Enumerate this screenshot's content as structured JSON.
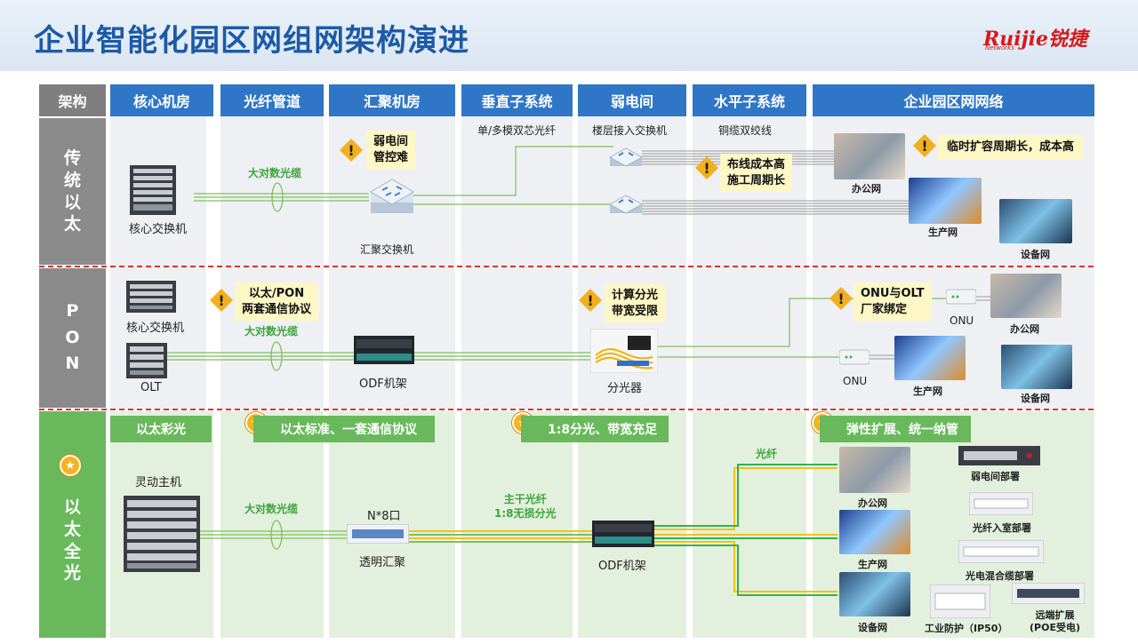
{
  "title": "企业智能化园区网组网架构演进",
  "logo": {
    "main": "Ruijie锐捷",
    "sub": "Networks"
  },
  "columns": [
    "架构",
    "核心机房",
    "光纤管道",
    "汇聚机房",
    "垂直子系统",
    "弱电间",
    "水平子系统",
    "企业园区网网络"
  ],
  "rows": {
    "traditional": "传统以太",
    "pon": "PON",
    "allOptical": "以太全光"
  },
  "traditional": {
    "core_label": "核心交换机",
    "cable_label": "大对数光缆",
    "agg_label": "汇聚交换机",
    "warn_agg": [
      "弱电间",
      "管控难"
    ],
    "vertical_label": "单/多模双芯光纤",
    "floor_label": "楼层接入交换机",
    "horizontal_label": "铜缆双绞线",
    "warn_cost": [
      "布线成本高",
      "施工周期长"
    ],
    "warn_expand": "临时扩容周期长，成本高",
    "office": "办公网",
    "production": "生产网",
    "device": "设备网"
  },
  "pon": {
    "core_label": "核心交换机",
    "olt_label": "OLT",
    "warn_protocol": [
      "以太/PON",
      "两套通信协议"
    ],
    "cable_label": "大对数光缆",
    "odf_label": "ODF机架",
    "warn_split": [
      "计算分光",
      "带宽受限"
    ],
    "splitter_label": "分光器",
    "warn_bind": [
      "ONU与OLT",
      "厂家绑定"
    ],
    "onu1": "ONU",
    "onu2": "ONU",
    "office": "办公网",
    "production": "生产网",
    "device": "设备网"
  },
  "allOptical": {
    "color_label": "以太彩光",
    "host_label": "灵动主机",
    "std_label": "以太标准、一套通信协议",
    "cable_label": "大对数光缆",
    "n8_label": "N*8口",
    "transparent_label": "透明汇聚",
    "split_label": "1:8分光、带宽充足",
    "trunk_label": [
      "主干光纤",
      "1:8无损分光"
    ],
    "odf_label": "ODF机架",
    "fiber_label": "光纤",
    "elastic_label": "弹性扩展、统一纳管",
    "office": "办公网",
    "production": "生产网",
    "device": "设备网",
    "dev1": "弱电间部署",
    "dev2": "光纤入室部署",
    "dev3": "光电混合缆部署",
    "dev4": "工业防护（IP50）",
    "dev5": [
      "远端扩展",
      "(POE受电)"
    ]
  },
  "colors": {
    "blue_header": "#2f76c6",
    "grey_label": "#808080",
    "green_label": "#69b95c",
    "callout": "#fdf7c6",
    "divider": "#e0332e"
  }
}
